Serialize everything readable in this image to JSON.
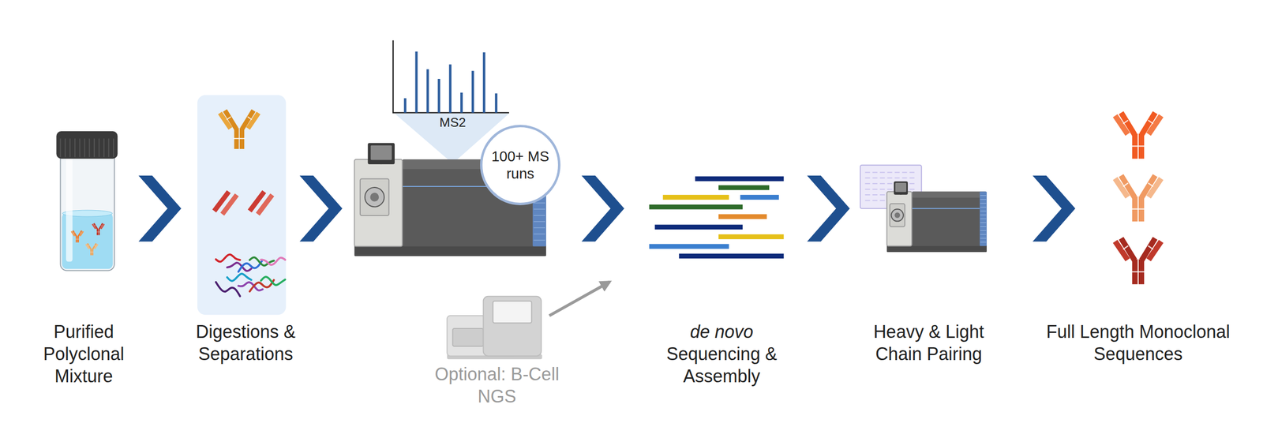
{
  "diagram": {
    "nodes": [
      {
        "text": [
          "Purified Polyclonal Mixture"
        ]
      },
      {
        "text": [
          "Digestions & Separations"
        ]
      },
      {
        "text": [
          "100+ MS runs"
        ]
      },
      {
        "text": [
          "Optional: B-Cell NGS"
        ]
      },
      {
        "text": [
          "de novo Sequencing & Assembly"
        ]
      },
      {
        "text": [
          "Heavy & Light Chain Pairing"
        ]
      },
      {
        "text": [
          "Full Length Monoclonal Sequences"
        ]
      }
    ],
    "edges": [
      {
        "from": 0,
        "to": 1,
        "arrow": "to"
      },
      {
        "from": 1,
        "to": 2,
        "arrow": "to"
      },
      {
        "from": 2,
        "to": 4,
        "arrow": "to"
      },
      {
        "from": 3,
        "to": 4,
        "arrow": "to"
      },
      {
        "from": 4,
        "to": 5,
        "arrow": "to"
      },
      {
        "from": 5,
        "to": 6,
        "arrow": "to"
      }
    ],
    "labels": [
      "MS2"
    ]
  }
}
